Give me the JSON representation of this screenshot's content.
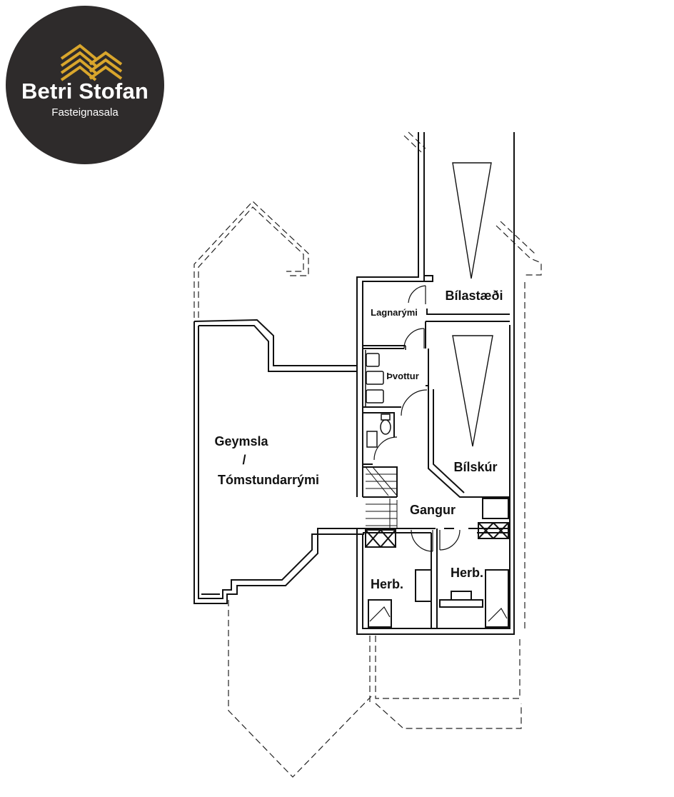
{
  "logo": {
    "brand": "Betri Stofan",
    "subtitle": "Fasteignasala",
    "background": "#2e2b2b",
    "accent": "#d9a62c",
    "icon": "rooftops-icon"
  },
  "rooms": {
    "bilastaedi": "Bílastæði",
    "lagnarymi": "Lagnarými",
    "thvottur": "Þvottur",
    "geymsla_line1": "Geymsla",
    "geymsla_line2": "/",
    "geymsla_line3": "Tómstundarrými",
    "bilskur": "Bílskúr",
    "gangur": "Gangur",
    "herb_left": "Herb.",
    "herb_right": "Herb."
  }
}
